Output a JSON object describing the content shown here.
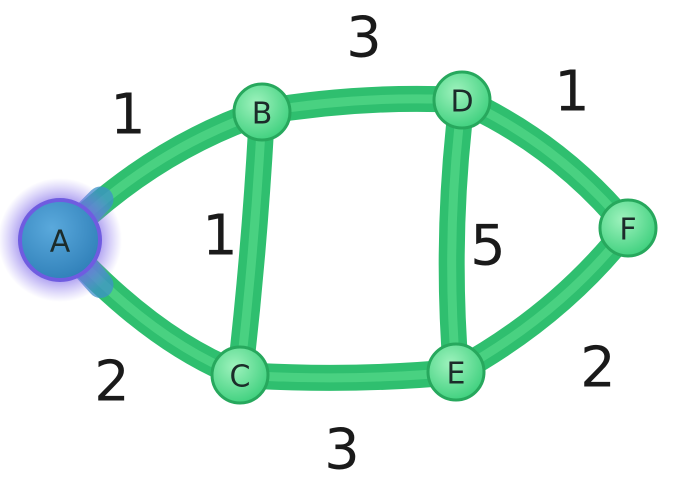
{
  "graph": {
    "nodes": [
      {
        "id": "A",
        "label": "A",
        "highlighted": true
      },
      {
        "id": "B",
        "label": "B",
        "highlighted": false
      },
      {
        "id": "C",
        "label": "C",
        "highlighted": false
      },
      {
        "id": "D",
        "label": "D",
        "highlighted": false
      },
      {
        "id": "E",
        "label": "E",
        "highlighted": false
      },
      {
        "id": "F",
        "label": "F",
        "highlighted": false
      }
    ],
    "edges": [
      {
        "from": "A",
        "to": "B",
        "weight": "1"
      },
      {
        "from": "A",
        "to": "C",
        "weight": "2"
      },
      {
        "from": "B",
        "to": "C",
        "weight": "1"
      },
      {
        "from": "B",
        "to": "D",
        "weight": "3"
      },
      {
        "from": "C",
        "to": "E",
        "weight": "3"
      },
      {
        "from": "D",
        "to": "E",
        "weight": "5"
      },
      {
        "from": "D",
        "to": "F",
        "weight": "1"
      },
      {
        "from": "E",
        "to": "F",
        "weight": "2"
      }
    ]
  },
  "colors": {
    "edge": "#2fbf6f",
    "edge_light": "#5ee08f",
    "node_fill": "#4fd98a",
    "node_fill_light": "#9ef2bd",
    "node_stroke": "#27a85d",
    "start_node_fill": "#3f8fc9",
    "start_node_glow": "#6f5ce0",
    "start_edge": "#3d90c8"
  }
}
